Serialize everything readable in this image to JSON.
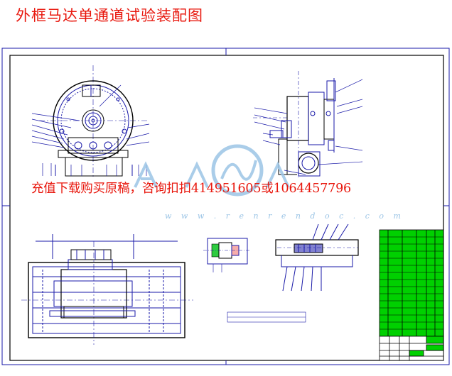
{
  "page": {
    "title": "外框马达单通道试验装配图",
    "promo": "充值下载购买原稿，咨询扣扣414951605或1064457796",
    "watermark_url": "w w w . r e n r e n d o c . c o m"
  },
  "colors": {
    "title_red": "#e8170d",
    "line_blue": "#1a1aa8",
    "outline_black": "#000000",
    "table_green": "#00d000",
    "watermark_blue": "#9cc5e6"
  },
  "icons": [
    "renrendoc-logo-watermark"
  ]
}
